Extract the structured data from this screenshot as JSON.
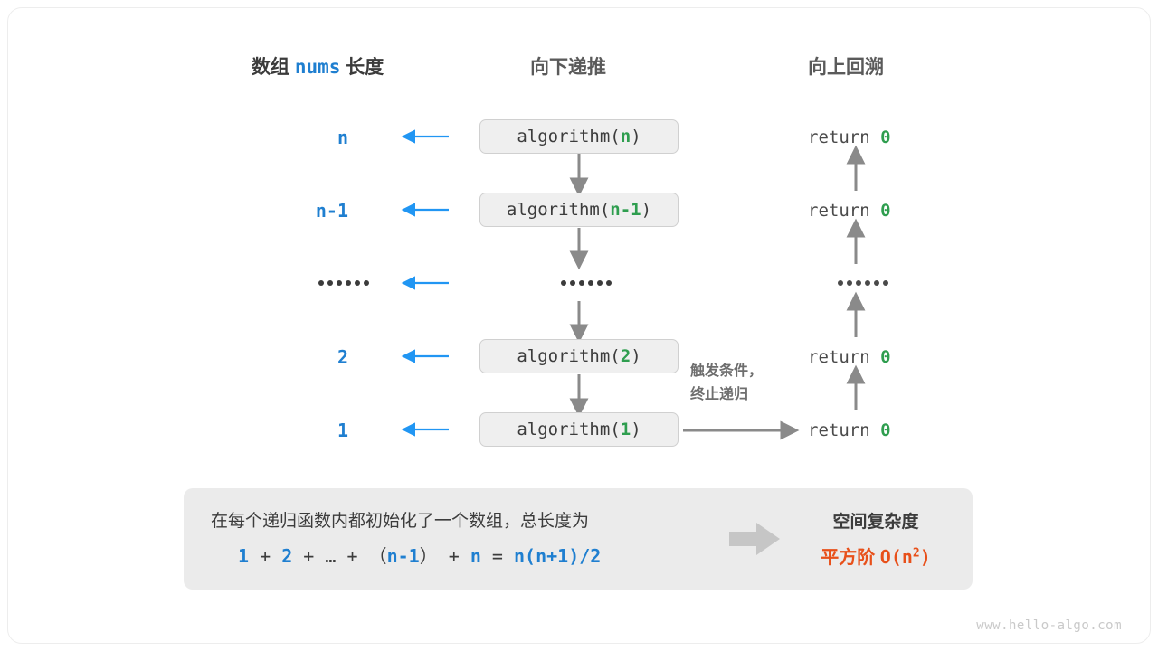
{
  "headers": {
    "left_prefix": "数组",
    "left_mono": "nums",
    "left_suffix": "长度",
    "middle": "向下递推",
    "right": "向上回溯"
  },
  "rows": [
    {
      "size": "n",
      "call_prefix": "algorithm(",
      "call_arg": "n",
      "call_suffix": ")",
      "return_text": "return",
      "return_value": "0"
    },
    {
      "size": "n-1",
      "call_prefix": "algorithm(",
      "call_arg": "n-1",
      "call_suffix": ")",
      "return_text": "return",
      "return_value": "0"
    },
    {
      "size": "……",
      "call_prefix": "",
      "call_arg": "",
      "call_suffix": "",
      "return_text": "",
      "return_value": ""
    },
    {
      "size": "2",
      "call_prefix": "algorithm(",
      "call_arg": "2",
      "call_suffix": ")",
      "return_text": "return",
      "return_value": "0"
    },
    {
      "size": "1",
      "call_prefix": "algorithm(",
      "call_arg": "1",
      "call_suffix": ")",
      "return_text": "return",
      "return_value": "0"
    }
  ],
  "note": {
    "line1": "触发条件，",
    "line2": "终止递归"
  },
  "summary": {
    "text": "在每个递归函数内都初始化了一个数组，总长度为",
    "formula": {
      "t1": "1",
      "plus1": "+",
      "t2": "2",
      "plus2": "+",
      "ellipsis": "…",
      "plus3": "+",
      "lparen": "（",
      "t3": "n-1",
      "rparen": "）",
      "plus4": "+",
      "t4": "n",
      "equals": "=",
      "result": "n(n+1)/2"
    },
    "right_title": "空间复杂度",
    "right_label": "平方阶",
    "right_notation": "O(n",
    "right_exponent": "2",
    "right_notation_end": ")"
  },
  "watermark": "www.hello-algo.com",
  "colors": {
    "blue": "#1f7fd0",
    "green": "#2f9e4f",
    "orange": "#e8501a",
    "gray_text": "#5a5a5a",
    "box_fill": "#efefef",
    "panel_fill": "#ebebeb",
    "arrow_gray": "#8a8a8a"
  }
}
